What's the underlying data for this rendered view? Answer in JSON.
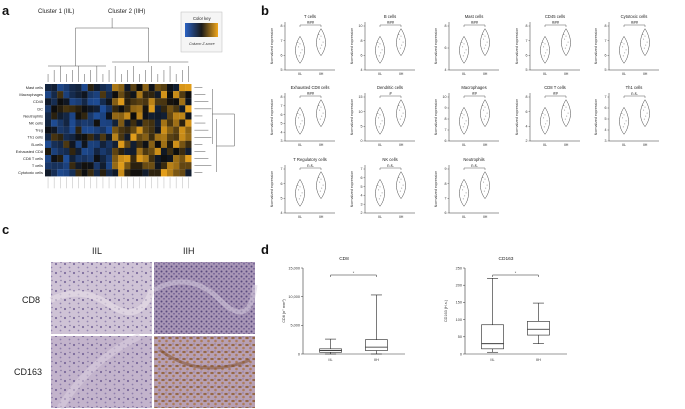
{
  "panel_labels": {
    "a": "a",
    "b": "b",
    "c": "c",
    "d": "d"
  },
  "heatmap": {
    "cluster1_label": "Cluster 1 (IIL)",
    "cluster2_label": "Cluster 2 (IIH)",
    "color_key_title": "Color key",
    "color_key_axis": "Column Z-score",
    "rows": [
      "Mast cells",
      "Macrophages",
      "CD45",
      "DC",
      "Neutrophils",
      "NK cells",
      "Treg",
      "Th1 cells",
      "B-cells",
      "Exhausted CD8",
      "CD8 T cells",
      "T cells",
      "Cytotoxic cells"
    ],
    "colors": {
      "low": "#1f4f9c",
      "mid": "#0d0d0d",
      "high": "#e9a21a"
    }
  },
  "violin": {
    "y_label": "Normalized expression",
    "colors": {
      "fill": "#ffffff",
      "stroke": "#444444",
      "points": "#888888"
    },
    "panels": [
      {
        "title": "T cells",
        "xt": [
          "IIL",
          "IIH"
        ],
        "yticks": [
          "5",
          "6",
          "7",
          "8"
        ],
        "sig": "###"
      },
      {
        "title": "B cells",
        "xt": [
          "IIL",
          "IIH"
        ],
        "yticks": [
          "4",
          "6",
          "8",
          "10"
        ],
        "sig": "###"
      },
      {
        "title": "Mast cells",
        "xt": [
          "IIL",
          "IIH"
        ],
        "yticks": [
          "4",
          "6",
          "8"
        ],
        "sig": "###"
      },
      {
        "title": "CD45 cells",
        "xt": [
          "IIL",
          "IIH"
        ],
        "yticks": [
          "5",
          "6",
          "7",
          "8"
        ],
        "sig": "###"
      },
      {
        "title": "Cytotoxic cells",
        "xt": [
          "IIL",
          "IIH"
        ],
        "yticks": [
          "5",
          "6",
          "7",
          "8"
        ],
        "sig": "###"
      },
      {
        "title": "Exhausted CD8 cells",
        "xt": [
          "IIL",
          "IIH"
        ],
        "yticks": [
          "3",
          "4",
          "5",
          "6",
          "7",
          "8"
        ],
        "sig": "###"
      },
      {
        "title": "Dendritic cells",
        "xt": [
          "IIL",
          "IIH"
        ],
        "yticks": [
          "0",
          "5",
          "10",
          "15"
        ],
        "sig": "#"
      },
      {
        "title": "Macrophages",
        "xt": [
          "IIL",
          "IIH"
        ],
        "yticks": [
          "6",
          "7",
          "8",
          "9",
          "10"
        ],
        "sig": "##"
      },
      {
        "title": "CD8 T cells",
        "xt": [
          "IIL",
          "IIH"
        ],
        "yticks": [
          "2",
          "4",
          "6",
          "8"
        ],
        "sig": "##"
      },
      {
        "title": "Th1 cells",
        "xt": [
          "IIL",
          "IIH"
        ],
        "yticks": [
          "3",
          "4",
          "5",
          "6",
          "7"
        ],
        "sig": "n.s."
      },
      {
        "title": "T Regulatory cells",
        "xt": [
          "IIL",
          "IIH"
        ],
        "yticks": [
          "4",
          "5",
          "6",
          "7"
        ],
        "sig": "n.s."
      },
      {
        "title": "NK cells",
        "xt": [
          "IIL",
          "IIH"
        ],
        "yticks": [
          "2",
          "3",
          "4",
          "5",
          "6",
          "7"
        ],
        "sig": "n.s."
      },
      {
        "title": "Neutrophils",
        "xt": [
          "IIL",
          "IIH"
        ],
        "yticks": [
          "6",
          "7",
          "8",
          "9"
        ],
        "sig": "n.s."
      }
    ]
  },
  "ihc": {
    "columns": [
      "IIL",
      "IIH"
    ],
    "rows": [
      "CD8",
      "CD163"
    ],
    "colors": {
      "low_bg": "#c9bcd2",
      "high_bg": "#b7a4c2",
      "nuclei": "#5b4a86",
      "brown": "#8d5a2b"
    }
  },
  "chart_data": [
    {
      "type": "box",
      "title": "CD8",
      "ylabel": "CD8 (n° mm²)",
      "categories": [
        "IIL",
        "IIH"
      ],
      "yticks": [
        "0",
        "5,000",
        "10,000",
        "15,000"
      ],
      "ylim": [
        0,
        15000
      ],
      "boxes": [
        {
          "min": 0,
          "q1": 300,
          "median": 600,
          "q3": 900,
          "max": 2600
        },
        {
          "min": 0,
          "q1": 600,
          "median": 1200,
          "q3": 2500,
          "max": 10300
        }
      ],
      "sig": "*"
    },
    {
      "type": "box",
      "title": "CD163",
      "ylabel": "CD163 (H.s.)",
      "categories": [
        "IIL",
        "IIH"
      ],
      "yticks": [
        "0",
        "50",
        "100",
        "150",
        "200",
        "250"
      ],
      "ylim": [
        0,
        250
      ],
      "boxes": [
        {
          "min": 5,
          "q1": 15,
          "median": 30,
          "q3": 85,
          "max": 220
        },
        {
          "min": 30,
          "q1": 55,
          "median": 72,
          "q3": 95,
          "max": 148
        }
      ],
      "sig": "*"
    }
  ]
}
